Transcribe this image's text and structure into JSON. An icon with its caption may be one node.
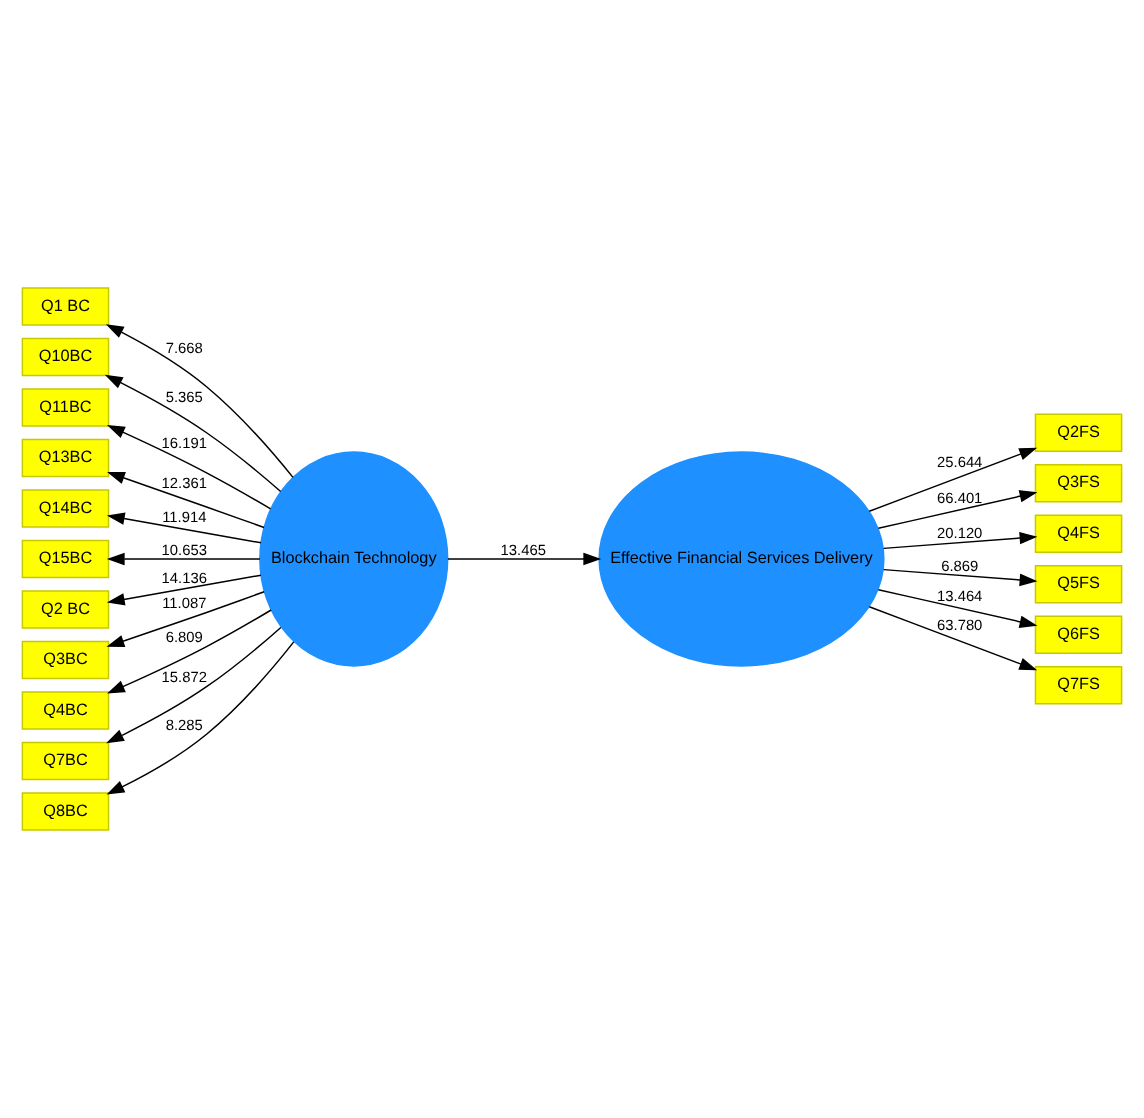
{
  "diagram": {
    "nodes": [
      {
        "text": [
          "Q1 BC"
        ]
      },
      {
        "text": [
          "Q10BC"
        ]
      },
      {
        "text": [
          "Q11BC"
        ]
      },
      {
        "text": [
          "Q13BC"
        ]
      },
      {
        "text": [
          "Q14BC"
        ]
      },
      {
        "text": [
          "Q15BC"
        ]
      },
      {
        "text": [
          "Q2 BC"
        ]
      },
      {
        "text": [
          "Q3BC"
        ]
      },
      {
        "text": [
          "Q4BC"
        ]
      },
      {
        "text": [
          "Q7BC"
        ]
      },
      {
        "text": [
          "Q8BC"
        ]
      },
      {
        "text": [
          "Blockchain Technology"
        ]
      },
      {
        "text": [
          "Effective Financial Services Delivery"
        ]
      },
      {
        "text": [
          "Q2FS"
        ]
      },
      {
        "text": [
          "Q3FS"
        ]
      },
      {
        "text": [
          "Q4FS"
        ]
      },
      {
        "text": [
          "Q5FS"
        ]
      },
      {
        "text": [
          "Q6FS"
        ]
      },
      {
        "text": [
          "Q7FS"
        ]
      }
    ],
    "edges": [
      {
        "from": 11,
        "to": 0,
        "arrow": "to",
        "label": "7.668"
      },
      {
        "from": 11,
        "to": 1,
        "arrow": "to",
        "label": "5.365"
      },
      {
        "from": 11,
        "to": 2,
        "arrow": "to",
        "label": "16.191"
      },
      {
        "from": 11,
        "to": 3,
        "arrow": "to",
        "label": "12.361"
      },
      {
        "from": 11,
        "to": 4,
        "arrow": "to",
        "label": "11.914"
      },
      {
        "from": 11,
        "to": 5,
        "arrow": "to",
        "label": "10.653"
      },
      {
        "from": 11,
        "to": 6,
        "arrow": "to",
        "label": "14.136"
      },
      {
        "from": 11,
        "to": 7,
        "arrow": "to",
        "label": "11.087"
      },
      {
        "from": 11,
        "to": 8,
        "arrow": "to",
        "label": "6.809"
      },
      {
        "from": 11,
        "to": 9,
        "arrow": "to",
        "label": "15.872"
      },
      {
        "from": 11,
        "to": 10,
        "arrow": "to",
        "label": "8.285"
      },
      {
        "from": 11,
        "to": 12,
        "arrow": "to",
        "label": "13.465"
      },
      {
        "from": 12,
        "to": 13,
        "arrow": "to",
        "label": "25.644"
      },
      {
        "from": 12,
        "to": 14,
        "arrow": "to",
        "label": "66.401"
      },
      {
        "from": 12,
        "to": 15,
        "arrow": "to",
        "label": "20.120"
      },
      {
        "from": 12,
        "to": 16,
        "arrow": "to",
        "label": "6.869"
      },
      {
        "from": 12,
        "to": 17,
        "arrow": "to",
        "label": "13.464"
      },
      {
        "from": 12,
        "to": 18,
        "arrow": "to",
        "label": "63.780"
      }
    ]
  }
}
